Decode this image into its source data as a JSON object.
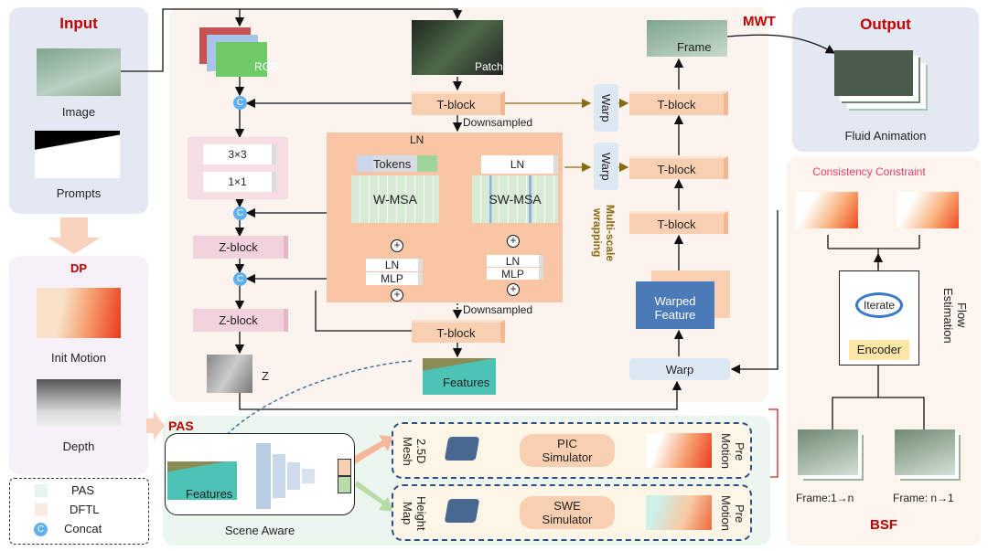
{
  "input": {
    "title": "Input",
    "image_label": "Image",
    "prompts_label": "Prompts"
  },
  "dp": {
    "title": "DP",
    "init_motion_label": "Init Motion",
    "depth_label": "Depth"
  },
  "legend": {
    "items": [
      {
        "label": "PAS",
        "color": "#e6f5ec"
      },
      {
        "label": "DFTL",
        "color": "#fbe9e4"
      },
      {
        "label": "Concat",
        "color": "#5fb0ef"
      }
    ],
    "concat_symbol": "C"
  },
  "mwt": {
    "title": "MWT",
    "rgb": "RGB",
    "patch": "Patch",
    "conv3": "3×3",
    "conv1": "1×1",
    "zblock": "Z-block",
    "z": "Z",
    "tblock": "T-block",
    "downsampled": "Downsampled",
    "features": "Features",
    "ln": "LN",
    "tokens": "Tokens",
    "wmsa": "W-MSA",
    "swmsa": "SW-MSA",
    "mlp": "MLP",
    "warp": "Warp",
    "multiscale": "Multi-scale wrapping",
    "frame": "Frame",
    "warped_feature": "Warped Feature"
  },
  "output": {
    "title": "Output",
    "label": "Fluid Animation"
  },
  "bsf": {
    "title": "BSF",
    "consistency": "Consistency Constraint",
    "iterate": "Iterate",
    "encoder": "Encoder",
    "flow_estimation": "Flow Estimation",
    "frame_fwd": "Frame:1→n",
    "frame_bwd": "Frame: n→1"
  },
  "pas": {
    "title": "PAS",
    "features": "Features",
    "scene_aware": "Scene Aware",
    "mesh": "2.5D Mesh",
    "pic": "PIC Simulator",
    "height_map": "Height Map",
    "swe": "SWE Simulator",
    "pre_motion": "Pre Motion"
  },
  "colors": {
    "title_red": "#c00000",
    "tblock": "#f8cfb0",
    "pink": "#f2d3dd",
    "concat": "#5fb0ef",
    "pas_bg": "#eaf6ee",
    "input_bg": "#e3e8f3"
  }
}
